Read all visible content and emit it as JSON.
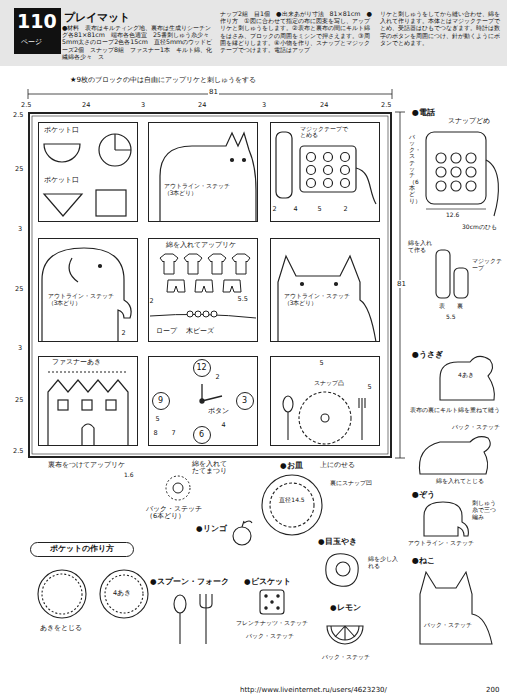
{
  "diagram": {
    "title": "プレイマット",
    "nodes": [
      {
        "text": [
          "110",
          "ページ"
        ]
      },
      {
        "text": [
          "★9枚のブロックの中は自由にアップリケと刺しゅうをする"
        ]
      },
      {
        "text": [
          "ポケット口",
          "ポケット口"
        ],
        "in": 1
      },
      {
        "text": [
          "アウトライン・ステッチ（3本どり）"
        ],
        "in": 1
      },
      {
        "text": [
          "マジックテープでとめる",
          "2",
          "4",
          "5",
          "2"
        ],
        "in": 1
      },
      {
        "text": [
          "アウトライン・ステッチ（3本どり）",
          "2"
        ],
        "in": 1
      },
      {
        "text": [
          "綿を入れてアップリケ",
          "ロープ",
          "木ビーズ",
          "5.5",
          "2"
        ],
        "in": 1
      },
      {
        "text": [
          "アウトライン・ステッチ（3本どり）"
        ],
        "in": 1
      },
      {
        "text": [
          "ファスナーあき"
        ],
        "in": 1
      },
      {
        "text": [
          "2",
          "5",
          "8",
          "7",
          "ボタン",
          "4"
        ],
        "in": 1
      },
      {
        "text": [
          "12"
        ],
        "in": 9
      },
      {
        "text": [
          "3"
        ],
        "in": 9
      },
      {
        "text": [
          "6"
        ],
        "in": 9
      },
      {
        "text": [
          "9"
        ],
        "in": 9
      },
      {
        "text": [
          "5",
          "スナップ凸",
          "5"
        ],
        "in": 1
      },
      {
        "text": [
          "ポケットの作り方"
        ]
      }
    ],
    "labels": [
      "●材料　表布はキルティング地、裏布は生成りシーチング各81×81cm　端布各色適宜　25番刺しゅう糸少々　5mm太さのロープ2色各15cm　直径5mmのウッドビーズ2個　スナップ8組　ファスナー1本　キルト綿、化繊綿各少々　ス",
      "ナップ2組　目1個　●出来あがり寸法　81×81cm　●作り方　①図に合わせて指定の布に図案を写し、アップリケと刺しゅうをします。②表布と裏布の間にキルト綿をはさみ、ブロックの周囲をミシンで押さえます。③周囲を縁どりします。④小物を作り、スナップとマジックテープでつけます。電話はアップ",
      "リケと刺しゅうをしてから縫い合わせ、綿を入れて作ります。本体とはマジックテープでとめ、受話器はひもでつなぎます。時計は数字のボタンを周囲につけ、針が動くようにボタンでとめます。",
      "81",
      "2.5",
      "24",
      "3",
      "24",
      "3",
      "24",
      "2.5",
      "2.5",
      "25",
      "3",
      "25",
      "3",
      "25",
      "2.5",
      "81",
      "裏布をつけてアップリケ",
      "1.6",
      "綿を入れてたてまつり",
      "バック・ステッチ（6本どり）",
      "●お皿",
      "上にのせる",
      "裏にスナップ凹",
      "直径14.5",
      "●リンゴ",
      "あきをとじる",
      "4あき",
      "●スプーン・フォーク",
      "●目玉やき",
      "綿を少し入れる",
      "●ビスケット",
      "フレンチナッツ・ステッチ",
      "バック・ステッチ",
      "●レモン",
      "バック・ステッチ",
      "●電話",
      "スナップどめ",
      "バック・ステッチ（6本どり）",
      "12.6",
      "30cmのひも",
      "綿を入れて作る",
      "マジックテープ",
      "表",
      "裏",
      "5.5",
      "●うさぎ",
      "4あき",
      "表布の裏にキルト綿を重ねて縫う",
      "バック・ステッチ",
      "綿を入れてとじる",
      "●ぞう",
      "アウトライン・ステッチ",
      "刺しゅう糸で三つ編み",
      "●ねこ",
      "バック・ステッチ",
      "http://www.liveinternet.ru/users/4623230/",
      "200"
    ]
  }
}
